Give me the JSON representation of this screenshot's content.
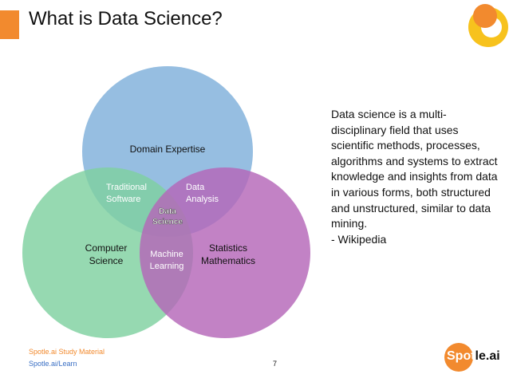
{
  "slide": {
    "title": "What is Data Science?",
    "page_number": "7"
  },
  "colors": {
    "accent_orange": "#f28a2e",
    "domain_circle": "#7fb0db",
    "cs_circle": "#7fd1a0",
    "stats_circle": "#b466b8",
    "label_text": "#111111",
    "footer_orange": "#f28a2e",
    "footer_blue": "#3a6fc4"
  },
  "venn": {
    "sets": [
      {
        "name": "Domain Expertise"
      },
      {
        "name": "Computer Science"
      },
      {
        "name": "Statistics Mathematics"
      }
    ],
    "intersections": [
      {
        "sets": [
          "Domain Expertise",
          "Computer Science"
        ],
        "label": "Traditional Software"
      },
      {
        "sets": [
          "Domain Expertise",
          "Statistics Mathematics"
        ],
        "label": "Data Analysis"
      },
      {
        "sets": [
          "Computer Science",
          "Statistics Mathematics"
        ],
        "label": "Machine Learning"
      },
      {
        "sets": [
          "Domain Expertise",
          "Computer Science",
          "Statistics Mathematics"
        ],
        "label": "Data Science"
      }
    ],
    "labels": {
      "domain": "Domain Expertise",
      "cs_line1": "Computer",
      "cs_line2": "Science",
      "stats_line1": "Statistics",
      "stats_line2": "Mathematics",
      "ts_line1": "Traditional",
      "ts_line2": "Software",
      "da_line1": "Data",
      "da_line2": "Analysis",
      "ml_line1": "Machine",
      "ml_line2": "Learning",
      "ds_line1": "Data",
      "ds_line2": "Science"
    }
  },
  "description": {
    "text": "Data science is a multi-disciplinary field that uses scientific methods, processes, algorithms and systems to extract knowledge and insights from data in various forms, both structured and unstructured, similar to data mining.",
    "source": "- Wikipedia"
  },
  "footer": {
    "line1": "Spotle.ai Study Material",
    "line2": "Spotle.ai/Learn"
  },
  "brand": {
    "text_head": "Spot",
    "text_tail": "le.ai"
  }
}
